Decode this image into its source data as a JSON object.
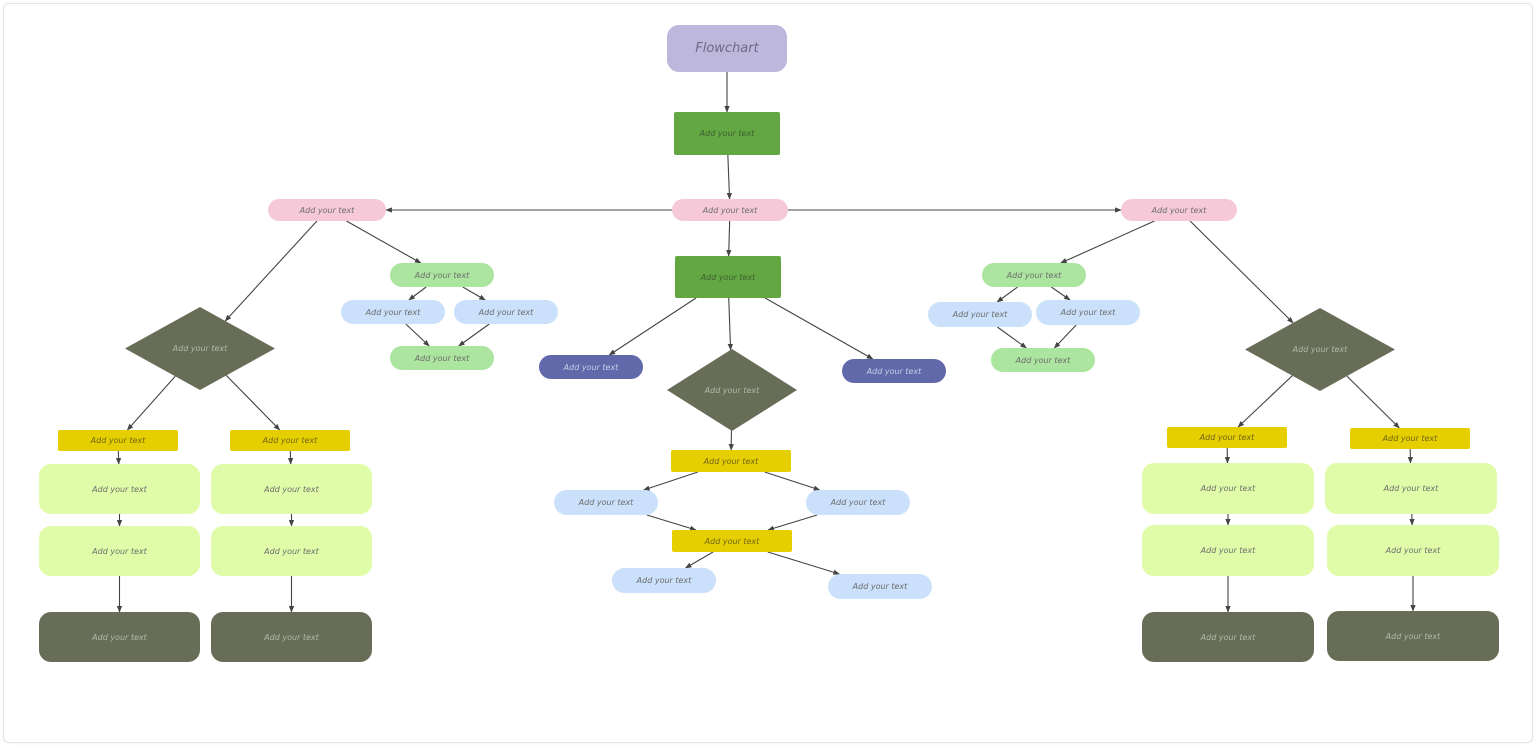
{
  "diagram": {
    "title": "Flowchart",
    "colors": {
      "lavender": "#bdb7db",
      "green": "#62a742",
      "pink": "#f6c9d8",
      "light_green": "#ace59f",
      "light_blue": "#cae0fb",
      "navy": "#6169aa",
      "olive_dark": "#676d57",
      "yellow": "#e5cf00",
      "lime": "#e0fca9",
      "edge": "#444444"
    },
    "nodes": [
      {
        "id": "title",
        "text": "Flowchart",
        "color": "lavender",
        "shape": "rounded",
        "text_color": "#6b6b86"
      },
      {
        "id": "c_green1",
        "text": "Add your text",
        "color": "green",
        "shape": "rect",
        "text_color": "#3f5f33"
      },
      {
        "id": "c_pink",
        "text": "Add your text",
        "color": "pink",
        "shape": "pill"
      },
      {
        "id": "c_green2",
        "text": "Add your text",
        "color": "green",
        "shape": "rect",
        "text_color": "#3f5f33"
      },
      {
        "id": "c_navy_l",
        "text": "Add your text",
        "color": "navy",
        "shape": "pill",
        "text_color": "#c9cde8"
      },
      {
        "id": "c_navy_r",
        "text": "Add your text",
        "color": "navy",
        "shape": "pill",
        "text_color": "#c9cde8"
      },
      {
        "id": "c_diamond",
        "text": "Add your text",
        "color": "olive_dark",
        "shape": "diamond",
        "text_color": "#b4b7a8"
      },
      {
        "id": "c_yel1",
        "text": "Add your text",
        "color": "yellow",
        "shape": "rect",
        "text_color": "#6f6616"
      },
      {
        "id": "c_blue_l",
        "text": "Add your text",
        "color": "light_blue",
        "shape": "pill"
      },
      {
        "id": "c_blue_r",
        "text": "Add your text",
        "color": "light_blue",
        "shape": "pill"
      },
      {
        "id": "c_yel2",
        "text": "Add your text",
        "color": "yellow",
        "shape": "rect",
        "text_color": "#6f6616"
      },
      {
        "id": "c_blue_bl",
        "text": "Add your text",
        "color": "light_blue",
        "shape": "pill"
      },
      {
        "id": "c_blue_br",
        "text": "Add your text",
        "color": "light_blue",
        "shape": "pill"
      },
      {
        "id": "l_pink",
        "text": "Add your text",
        "color": "pink",
        "shape": "pill"
      },
      {
        "id": "l_lg_top",
        "text": "Add your text",
        "color": "light_green",
        "shape": "pill"
      },
      {
        "id": "l_blue_a",
        "text": "Add your text",
        "color": "light_blue",
        "shape": "pill"
      },
      {
        "id": "l_blue_b",
        "text": "Add your text",
        "color": "light_blue",
        "shape": "pill"
      },
      {
        "id": "l_lg_bot",
        "text": "Add your text",
        "color": "light_green",
        "shape": "pill"
      },
      {
        "id": "l_diamond",
        "text": "Add your text",
        "color": "olive_dark",
        "shape": "diamond",
        "text_color": "#b4b7a8"
      },
      {
        "id": "l_yel_a",
        "text": "Add your text",
        "color": "yellow",
        "shape": "rect",
        "text_color": "#6f6616"
      },
      {
        "id": "l_yel_b",
        "text": "Add your text",
        "color": "yellow",
        "shape": "rect",
        "text_color": "#6f6616"
      },
      {
        "id": "l_lime_a1",
        "text": "Add your text",
        "color": "lime",
        "shape": "rounded"
      },
      {
        "id": "l_lime_b1",
        "text": "Add your text",
        "color": "lime",
        "shape": "rounded"
      },
      {
        "id": "l_lime_a2",
        "text": "Add your text",
        "color": "lime",
        "shape": "rounded"
      },
      {
        "id": "l_lime_b2",
        "text": "Add your text",
        "color": "lime",
        "shape": "rounded"
      },
      {
        "id": "l_dark_a",
        "text": "Add your text",
        "color": "olive_dark",
        "shape": "rounded",
        "text_color": "#b4b7a8"
      },
      {
        "id": "l_dark_b",
        "text": "Add your text",
        "color": "olive_dark",
        "shape": "rounded",
        "text_color": "#b4b7a8"
      },
      {
        "id": "r_pink",
        "text": "Add your text",
        "color": "pink",
        "shape": "pill"
      },
      {
        "id": "r_lg_top",
        "text": "Add your text",
        "color": "light_green",
        "shape": "pill"
      },
      {
        "id": "r_blue_a",
        "text": "Add your text",
        "color": "light_blue",
        "shape": "pill"
      },
      {
        "id": "r_blue_b",
        "text": "Add your text",
        "color": "light_blue",
        "shape": "pill"
      },
      {
        "id": "r_lg_bot",
        "text": "Add your text",
        "color": "light_green",
        "shape": "pill"
      },
      {
        "id": "r_diamond",
        "text": "Add your text",
        "color": "olive_dark",
        "shape": "diamond",
        "text_color": "#b4b7a8"
      },
      {
        "id": "r_yel_a",
        "text": "Add your text",
        "color": "yellow",
        "shape": "rect",
        "text_color": "#6f6616"
      },
      {
        "id": "r_yel_b",
        "text": "Add your text",
        "color": "yellow",
        "shape": "rect",
        "text_color": "#6f6616"
      },
      {
        "id": "r_lime_a1",
        "text": "Add your text",
        "color": "lime",
        "shape": "rounded"
      },
      {
        "id": "r_lime_b1",
        "text": "Add your text",
        "color": "lime",
        "shape": "rounded"
      },
      {
        "id": "r_lime_a2",
        "text": "Add your text",
        "color": "lime",
        "shape": "rounded"
      },
      {
        "id": "r_lime_b2",
        "text": "Add your text",
        "color": "lime",
        "shape": "rounded"
      },
      {
        "id": "r_dark_a",
        "text": "Add your text",
        "color": "olive_dark",
        "shape": "rounded",
        "text_color": "#b4b7a8"
      },
      {
        "id": "r_dark_b",
        "text": "Add your text",
        "color": "olive_dark",
        "shape": "rounded",
        "text_color": "#b4b7a8"
      }
    ],
    "edges": [
      [
        "title",
        "c_green1"
      ],
      [
        "c_green1",
        "c_pink"
      ],
      [
        "c_pink",
        "l_pink"
      ],
      [
        "c_pink",
        "r_pink"
      ],
      [
        "c_pink",
        "c_green2"
      ],
      [
        "c_green2",
        "c_navy_l"
      ],
      [
        "c_green2",
        "c_navy_r"
      ],
      [
        "c_green2",
        "c_diamond"
      ],
      [
        "c_diamond",
        "c_yel1"
      ],
      [
        "c_yel1",
        "c_blue_l"
      ],
      [
        "c_yel1",
        "c_blue_r"
      ],
      [
        "c_blue_l",
        "c_yel2"
      ],
      [
        "c_blue_r",
        "c_yel2"
      ],
      [
        "c_yel2",
        "c_blue_bl"
      ],
      [
        "c_yel2",
        "c_blue_br"
      ],
      [
        "l_pink",
        "l_diamond"
      ],
      [
        "l_pink",
        "l_lg_top"
      ],
      [
        "l_lg_top",
        "l_blue_a"
      ],
      [
        "l_lg_top",
        "l_blue_b"
      ],
      [
        "l_blue_a",
        "l_lg_bot"
      ],
      [
        "l_blue_b",
        "l_lg_bot"
      ],
      [
        "l_diamond",
        "l_yel_a"
      ],
      [
        "l_diamond",
        "l_yel_b"
      ],
      [
        "l_yel_a",
        "l_lime_a1"
      ],
      [
        "l_yel_b",
        "l_lime_b1"
      ],
      [
        "l_lime_a1",
        "l_lime_a2"
      ],
      [
        "l_lime_b1",
        "l_lime_b2"
      ],
      [
        "l_lime_a2",
        "l_dark_a"
      ],
      [
        "l_lime_b2",
        "l_dark_b"
      ],
      [
        "r_pink",
        "r_lg_top"
      ],
      [
        "r_pink",
        "r_diamond"
      ],
      [
        "r_lg_top",
        "r_blue_a"
      ],
      [
        "r_lg_top",
        "r_blue_b"
      ],
      [
        "r_blue_a",
        "r_lg_bot"
      ],
      [
        "r_blue_b",
        "r_lg_bot"
      ],
      [
        "r_diamond",
        "r_yel_a"
      ],
      [
        "r_diamond",
        "r_yel_b"
      ],
      [
        "r_yel_a",
        "r_lime_a1"
      ],
      [
        "r_yel_b",
        "r_lime_b1"
      ],
      [
        "r_lime_a1",
        "r_lime_a2"
      ],
      [
        "r_lime_b1",
        "r_lime_b2"
      ],
      [
        "r_lime_a2",
        "r_dark_a"
      ],
      [
        "r_lime_b2",
        "r_dark_b"
      ]
    ]
  }
}
